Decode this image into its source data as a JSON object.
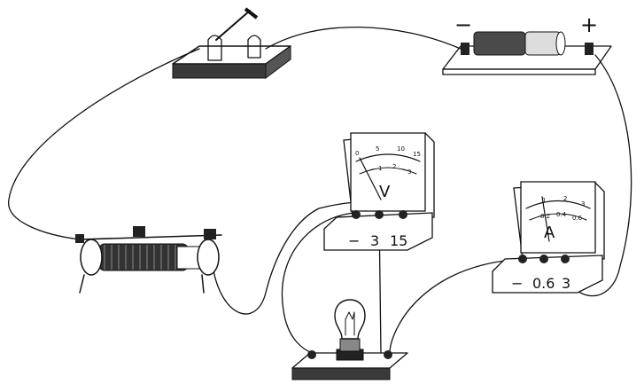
{
  "battery": {
    "neg_label": "−",
    "pos_label": "+"
  },
  "voltmeter": {
    "symbol": "V",
    "terminals": [
      "−",
      "3",
      "15"
    ],
    "scale_outer": [
      "0",
      "5",
      "10",
      "15"
    ],
    "scale_inner": [
      "1",
      "2",
      "3"
    ]
  },
  "ammeter": {
    "symbol": "A",
    "terminals": [
      "−",
      "0.6",
      "3"
    ],
    "scale_outer": [
      "1",
      "2",
      "3"
    ],
    "scale_inner": [
      "0.2",
      "0.4",
      "0.6"
    ]
  },
  "colors": {
    "ink": "#111111",
    "board_wood": "#3a3a3a",
    "background": "#ffffff"
  }
}
